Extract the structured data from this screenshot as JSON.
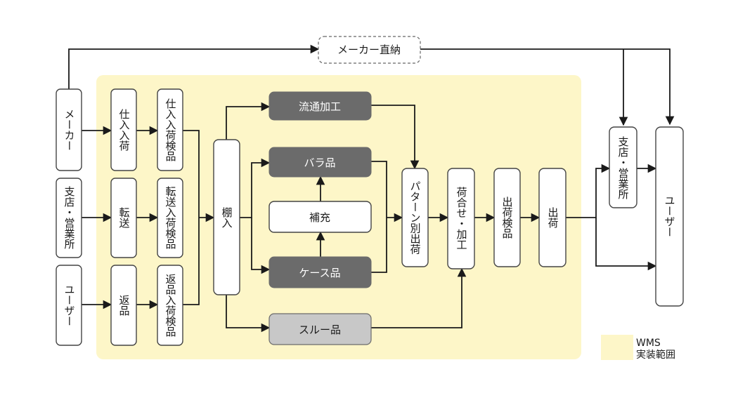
{
  "nodes": {
    "maker_direct": "メーカー直納",
    "maker": "メーカー",
    "branch_left": "支店・営業所",
    "user_left": "ユーザー",
    "purchase_in": "仕入入荷",
    "transfer": "転送",
    "returns": "返品",
    "purchase_inspect": "仕入入荷検品",
    "transfer_inspect": "転送入荷検品",
    "return_inspect": "返品入荷検品",
    "put_away": "棚入",
    "distribution_processing": "流通加工",
    "piece_item": "バラ品",
    "replenish": "補充",
    "case_item": "ケース品",
    "through_item": "スルー品",
    "pattern_picking": "パターン別出荷",
    "pack_process": "荷合せ・加工",
    "ship_inspect": "出荷検品",
    "shipping": "出荷",
    "branch_right": "支店・営業所",
    "user_right": "ユーザー"
  },
  "legend": {
    "line1": "WMS",
    "line2": "実装範囲",
    "color": "#fdf6c8"
  },
  "colors": {
    "wms_area": "#fdf6c8",
    "dark_box": "#6b6b6b",
    "light_box": "#c8c8c8",
    "line": "#1a1a1a"
  }
}
